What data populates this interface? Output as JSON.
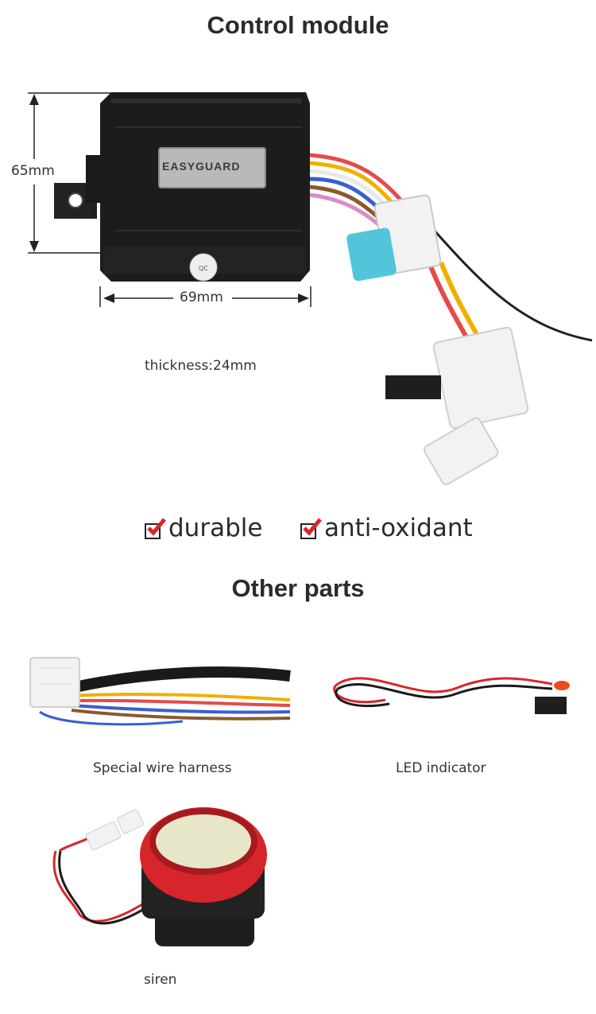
{
  "sections": {
    "control_title": "Control module",
    "other_title": "Other parts"
  },
  "module": {
    "brand_label": "EASYGUARD",
    "height_dim": "65mm",
    "width_dim": "69mm",
    "thickness": "thickness:24mm"
  },
  "features": [
    {
      "label": "durable",
      "icon": "checked-box-icon"
    },
    {
      "label": "anti-oxidant",
      "icon": "checked-box-icon"
    }
  ],
  "parts": [
    {
      "label": "Special wire harness"
    },
    {
      "label": "LED indicator"
    },
    {
      "label": "siren"
    }
  ],
  "colors": {
    "title": "#2b2b2b",
    "check_red": "#d9252b",
    "module_body": "#1c1c1c"
  }
}
